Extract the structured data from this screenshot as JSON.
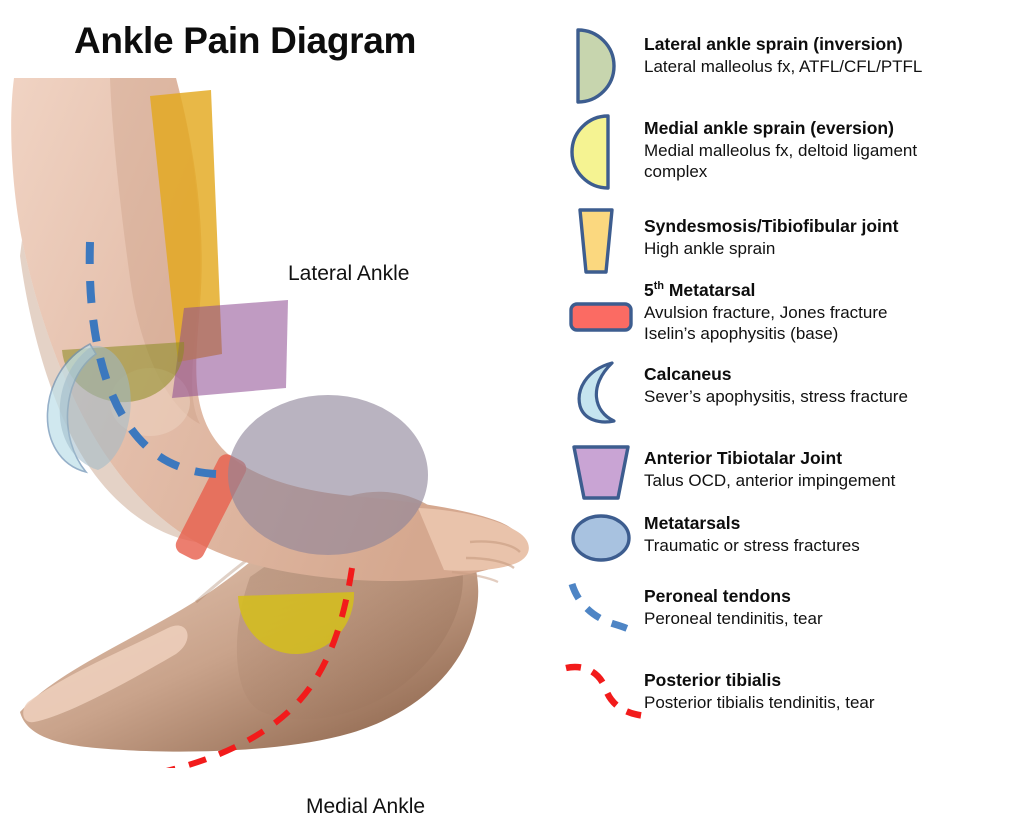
{
  "page": {
    "title": "Ankle Pain Diagram",
    "background": "#ffffff"
  },
  "figure": {
    "labels": {
      "lateral": "Lateral Ankle",
      "medial": "Medial Ankle"
    },
    "overlays": [
      {
        "name": "syndesmosis-band",
        "shape": "tapered-rectangle",
        "color": "#E3A81E"
      },
      {
        "name": "anterior-tibiotalar",
        "shape": "trapezoid",
        "color": "#A05FA5"
      },
      {
        "name": "lateral-ankle-sprain",
        "shape": "half-circle",
        "color": "#9A9A2C"
      },
      {
        "name": "calcaneus",
        "shape": "crescent",
        "color": "#BFE0EA"
      },
      {
        "name": "fifth-metatarsal",
        "shape": "rounded-rectangle",
        "color": "#E8614F"
      },
      {
        "name": "metatarsals",
        "shape": "ellipse",
        "color": "#A39AA9"
      },
      {
        "name": "medial-ankle-sprain",
        "shape": "half-circle",
        "color": "#D4BD1E"
      },
      {
        "name": "peroneal-tendons",
        "shape": "dashed-line",
        "color": "#3C78BE"
      },
      {
        "name": "posterior-tibialis",
        "shape": "dashed-line",
        "color": "#F21B1B"
      }
    ]
  },
  "legend": {
    "items": [
      {
        "icon": "half-circle-right-icon",
        "fill": "#C7D5AE",
        "stroke": "#3D5D8F",
        "title": "Lateral ankle sprain (inversion)",
        "lines": [
          "Lateral malleolus fx, ATFL/CFL/PTFL"
        ]
      },
      {
        "icon": "half-circle-left-icon",
        "fill": "#F5F392",
        "stroke": "#3D5D8F",
        "title": "Medial ankle sprain (eversion)",
        "lines": [
          "Medial malleolus fx, deltoid ligament",
          "complex"
        ]
      },
      {
        "icon": "tapered-trapezoid-icon",
        "fill": "#FBD87F",
        "stroke": "#3D5D8F",
        "title": "Syndesmosis/Tibiofibular joint",
        "lines": [
          "High ankle sprain"
        ]
      },
      {
        "icon": "rounded-rectangle-icon",
        "fill": "#FB6B63",
        "stroke": "#3D5D8F",
        "title_html": "5<sup>th</sup> Metatarsal",
        "title": "5th Metatarsal",
        "lines": [
          "Avulsion fracture, Jones fracture",
          "Iselin’s apophysitis (base)"
        ]
      },
      {
        "icon": "crescent-moon-icon",
        "fill": "#C5E4EF",
        "stroke": "#3D5D8F",
        "title": "Calcaneus",
        "lines": [
          "Sever’s apophysitis, stress fracture"
        ]
      },
      {
        "icon": "trapezoid-icon",
        "fill": "#C9A4D4",
        "stroke": "#3D5D8F",
        "title": "Anterior Tibiotalar Joint",
        "lines": [
          "Talus OCD, anterior impingement"
        ]
      },
      {
        "icon": "ellipse-icon",
        "fill": "#A8C2E0",
        "stroke": "#3D5D8F",
        "title": "Metatarsals",
        "lines": [
          "Traumatic or stress fractures"
        ]
      },
      {
        "icon": "blue-dashed-curve-icon",
        "fill": "none",
        "stroke": "#4E85C5",
        "title": "Peroneal tendons",
        "lines": [
          "Peroneal tendinitis, tear"
        ]
      },
      {
        "icon": "red-dashed-curve-icon",
        "fill": "none",
        "stroke": "#F21B1B",
        "title": "Posterior tibialis",
        "lines": [
          "Posterior tibialis tendinitis, tear"
        ]
      }
    ]
  }
}
